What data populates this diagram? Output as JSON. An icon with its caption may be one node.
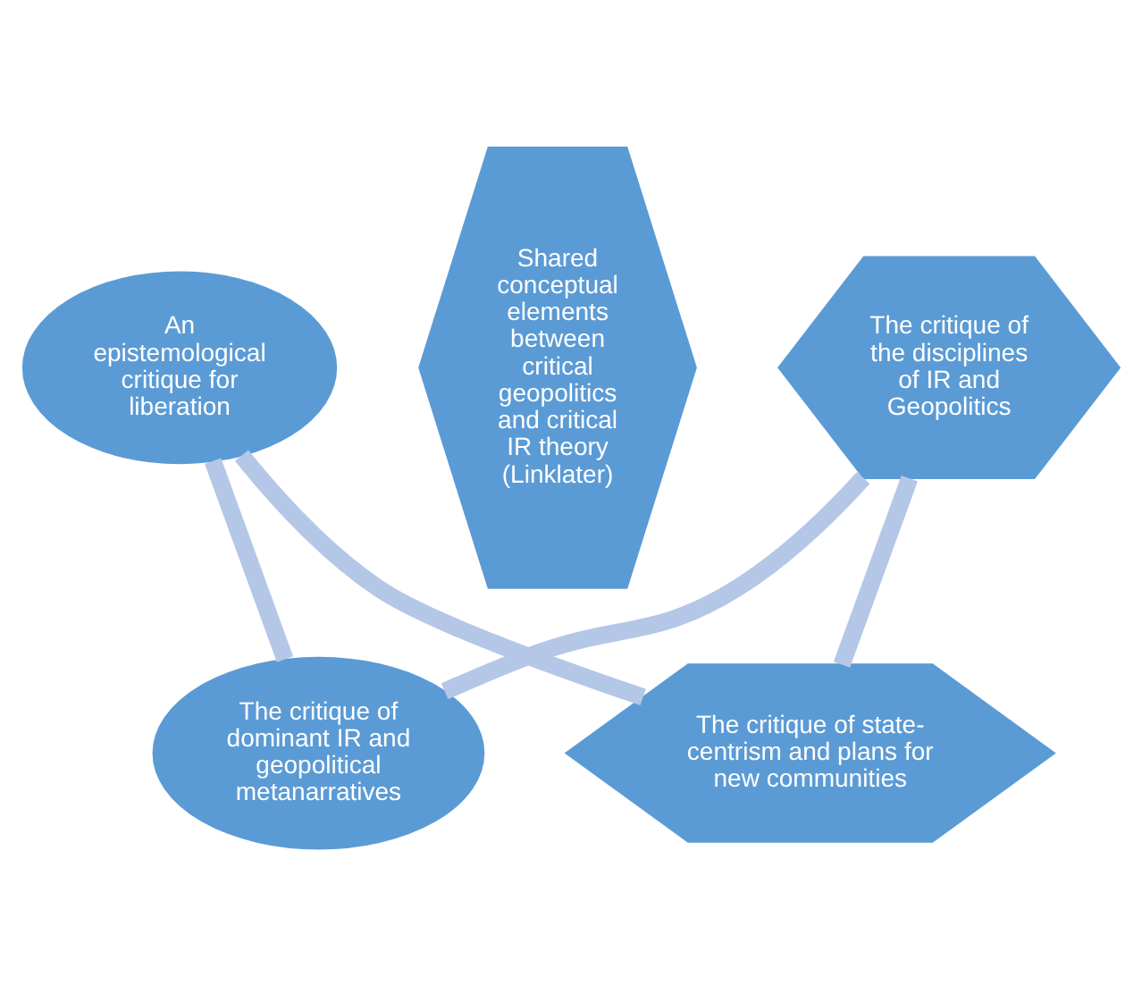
{
  "diagram": {
    "nodes": [
      {
        "text": [
          "Shared conceptual elements between critical geopolitics and critical IR theory (Linklater)"
        ]
      },
      {
        "text": [
          "The critique of state-centrism and plans for new communities"
        ]
      },
      {
        "text": [
          "The critique of the disciplines of IR and Geopolitics"
        ]
      },
      {
        "text": [
          "The critique of dominant IR and geopolitical metanarratives"
        ]
      },
      {
        "text": [
          "An epistemological critique for liberation"
        ]
      }
    ],
    "edges": [
      {
        "from": 1,
        "to": 2,
        "arrow": "none"
      },
      {
        "from": 2,
        "to": 3,
        "arrow": "none"
      },
      {
        "from": 3,
        "to": 4,
        "arrow": "none"
      },
      {
        "from": 4,
        "to": 1,
        "arrow": "none"
      }
    ]
  }
}
